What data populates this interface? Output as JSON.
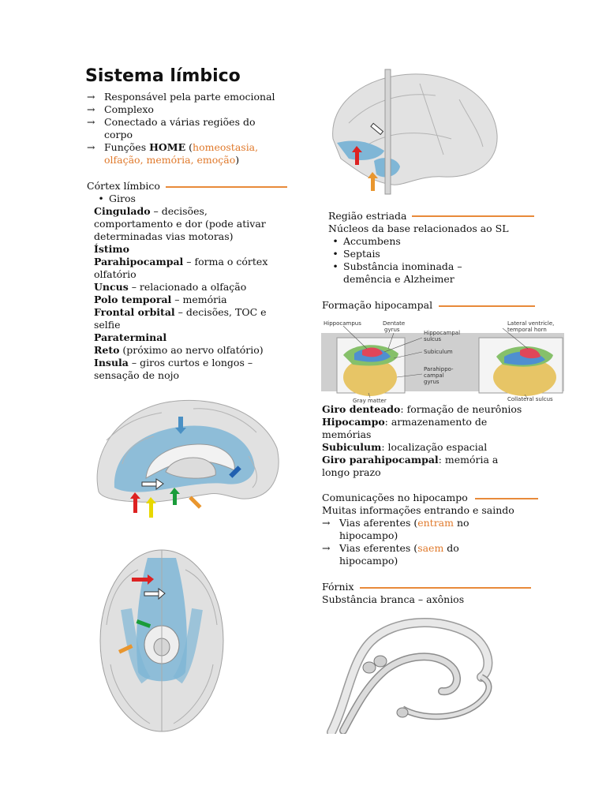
{
  "title": "Sistema límbico",
  "intro": {
    "items": [
      "Responsável pela parte emocional",
      "Complexo",
      "Conectado a várias regiões do",
      "corpo"
    ],
    "funcoes_prefix": "Funções ",
    "funcoes_bold": "HOME",
    "funcoes_paren_open": " (",
    "funcoes_orange_1": "homeostasia,",
    "funcoes_orange_2": "olfação, memória, emoção",
    "funcoes_paren_close": ")",
    "arrow": "→"
  },
  "cortex": {
    "heading": "Córtex límbico",
    "bullet": "Giros",
    "entries": [
      {
        "bold": "Cingulado",
        "text": " – decisões,"
      },
      {
        "bold": "",
        "text": "comportamento e dor (pode ativar"
      },
      {
        "bold": "",
        "text": "determinadas vias motoras)"
      },
      {
        "bold": "Ístimo",
        "text": ""
      },
      {
        "bold": "Parahipocampal",
        "text": " – forma o córtex"
      },
      {
        "bold": "",
        "text": "olfatório"
      },
      {
        "bold": "Uncus",
        "text": " – relacionado a olfação"
      },
      {
        "bold": "Polo temporal",
        "text": " – memória"
      },
      {
        "bold": "Frontal orbital",
        "text": " – decisões, TOC e"
      },
      {
        "bold": "",
        "text": "selfie"
      },
      {
        "bold": "Paraterminal",
        "text": ""
      },
      {
        "bold": "Reto",
        "text": " (próximo ao nervo olfatório)"
      },
      {
        "bold": "Insula",
        "text": " – giros curtos e longos –"
      },
      {
        "bold": "",
        "text": "sensação de nojo"
      }
    ]
  },
  "estriada": {
    "heading": "Região estriada",
    "line": "Núcleos da base relacionados ao SL",
    "bullets": [
      "Accumbens",
      "Septais",
      "Substância inominada –",
      "demência e Alzheimer"
    ]
  },
  "hipocampal": {
    "heading": "Formação hipocampal",
    "figure_labels": {
      "hippocampus": "Hippocampus",
      "dentate1": "Dentate",
      "dentate2": "gyrus",
      "hipsulcus1": "Hippocampal",
      "hipsulcus2": "sulcus",
      "subiculum": "Subiculum",
      "parahippo1": "Parahippo-",
      "parahippo2": "campal",
      "parahippo3": "gyrus",
      "gray": "Gray matter",
      "lateral1": "Lateral ventricle,",
      "lateral2": "temporal horn",
      "collateral": "Collateral sulcus"
    },
    "entries": [
      {
        "bold": "Giro denteado",
        "text": ": formação de neurônios"
      },
      {
        "bold": "Hipocampo",
        "text": ": armazenamento de"
      },
      {
        "bold": "",
        "text": "memórias"
      },
      {
        "bold": "Subiculum",
        "text": ": localização espacial"
      },
      {
        "bold": "Giro parahipocampal",
        "text": ": memória a"
      },
      {
        "bold": "",
        "text": "longo prazo"
      }
    ]
  },
  "comunicacoes": {
    "heading": "Comunicações no hipocampo",
    "line": "Muitas informações entrando e saindo",
    "aferentes_pre": "Vias aferentes (",
    "aferentes_or": "entram",
    "aferentes_post": " no",
    "aferentes_cont": "hipocampo)",
    "eferentes_pre": "Vias eferentes (",
    "eferentes_or": "saem",
    "eferentes_post": " do",
    "eferentes_cont": "hipocampo)"
  },
  "fornix": {
    "heading": "Fórnix",
    "line": "Substância branca – axônios"
  },
  "colors": {
    "accent_line": "#e88a3a",
    "orange_text": "#e0792b",
    "limbic_blue": "#7fb6d6",
    "brain_gray": "#d8d8d8"
  }
}
